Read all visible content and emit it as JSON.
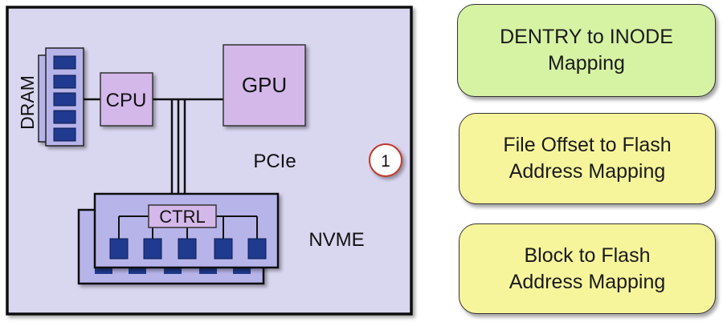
{
  "system": {
    "dram_label": "DRAM",
    "cpu_label": "CPU",
    "gpu_label": "GPU",
    "pcie_label": "PCIe",
    "ctrl_label": "CTRL",
    "nvme_label": "NVME",
    "marker_label": "1"
  },
  "mappings": [
    {
      "line1": "DENTRY to INODE",
      "line2": "Mapping",
      "color": "#d6f2a3"
    },
    {
      "line1": "File Offset to Flash",
      "line2": "Address Mapping",
      "color": "#f7f59b"
    },
    {
      "line1": "Block to Flash",
      "line2": "Address Mapping",
      "color": "#f7f59b"
    }
  ],
  "colors": {
    "system_bg": "#d9d6f0",
    "component": "#d4b8ea",
    "chip": "#1f3a8f",
    "nvme_card": "#b7b4ea",
    "marker_border": "#c0392b"
  }
}
